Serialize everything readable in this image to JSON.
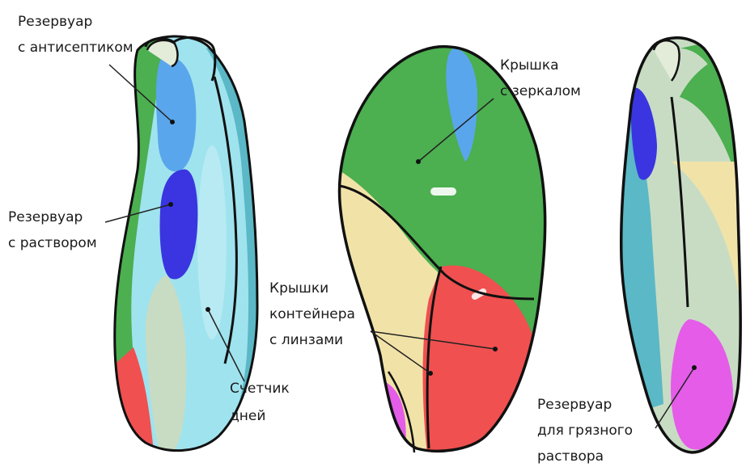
{
  "labels": {
    "antiseptic_tank": [
      "Резервуар",
      "с антисептиком"
    ],
    "solution_tank": [
      "Резервуар",
      "с раствором"
    ],
    "day_counter": [
      "Счетчик",
      "дней"
    ],
    "mirror_lid": [
      "Крышка",
      "с зеркалом"
    ],
    "lens_container_lids": [
      "Крышки",
      "контейнера",
      "с линзами"
    ],
    "dirty_solution_tank": [
      "Резервуар",
      "для грязного",
      "раствора"
    ]
  },
  "colors": {
    "outline": "#111111",
    "green": "#4caf50",
    "dark_green": "#2e7d32",
    "light_blue": "#9fe3ee",
    "teal": "#5bb8c6",
    "sky_blue": "#5aa6ec",
    "violet_blue": "#3a35e0",
    "sage": "#c8dcc4",
    "pale_sage": "#e2ecd8",
    "cream": "#f1e3a8",
    "red": "#f05050",
    "magenta": "#e45ce8",
    "leader_line": "#222222"
  }
}
